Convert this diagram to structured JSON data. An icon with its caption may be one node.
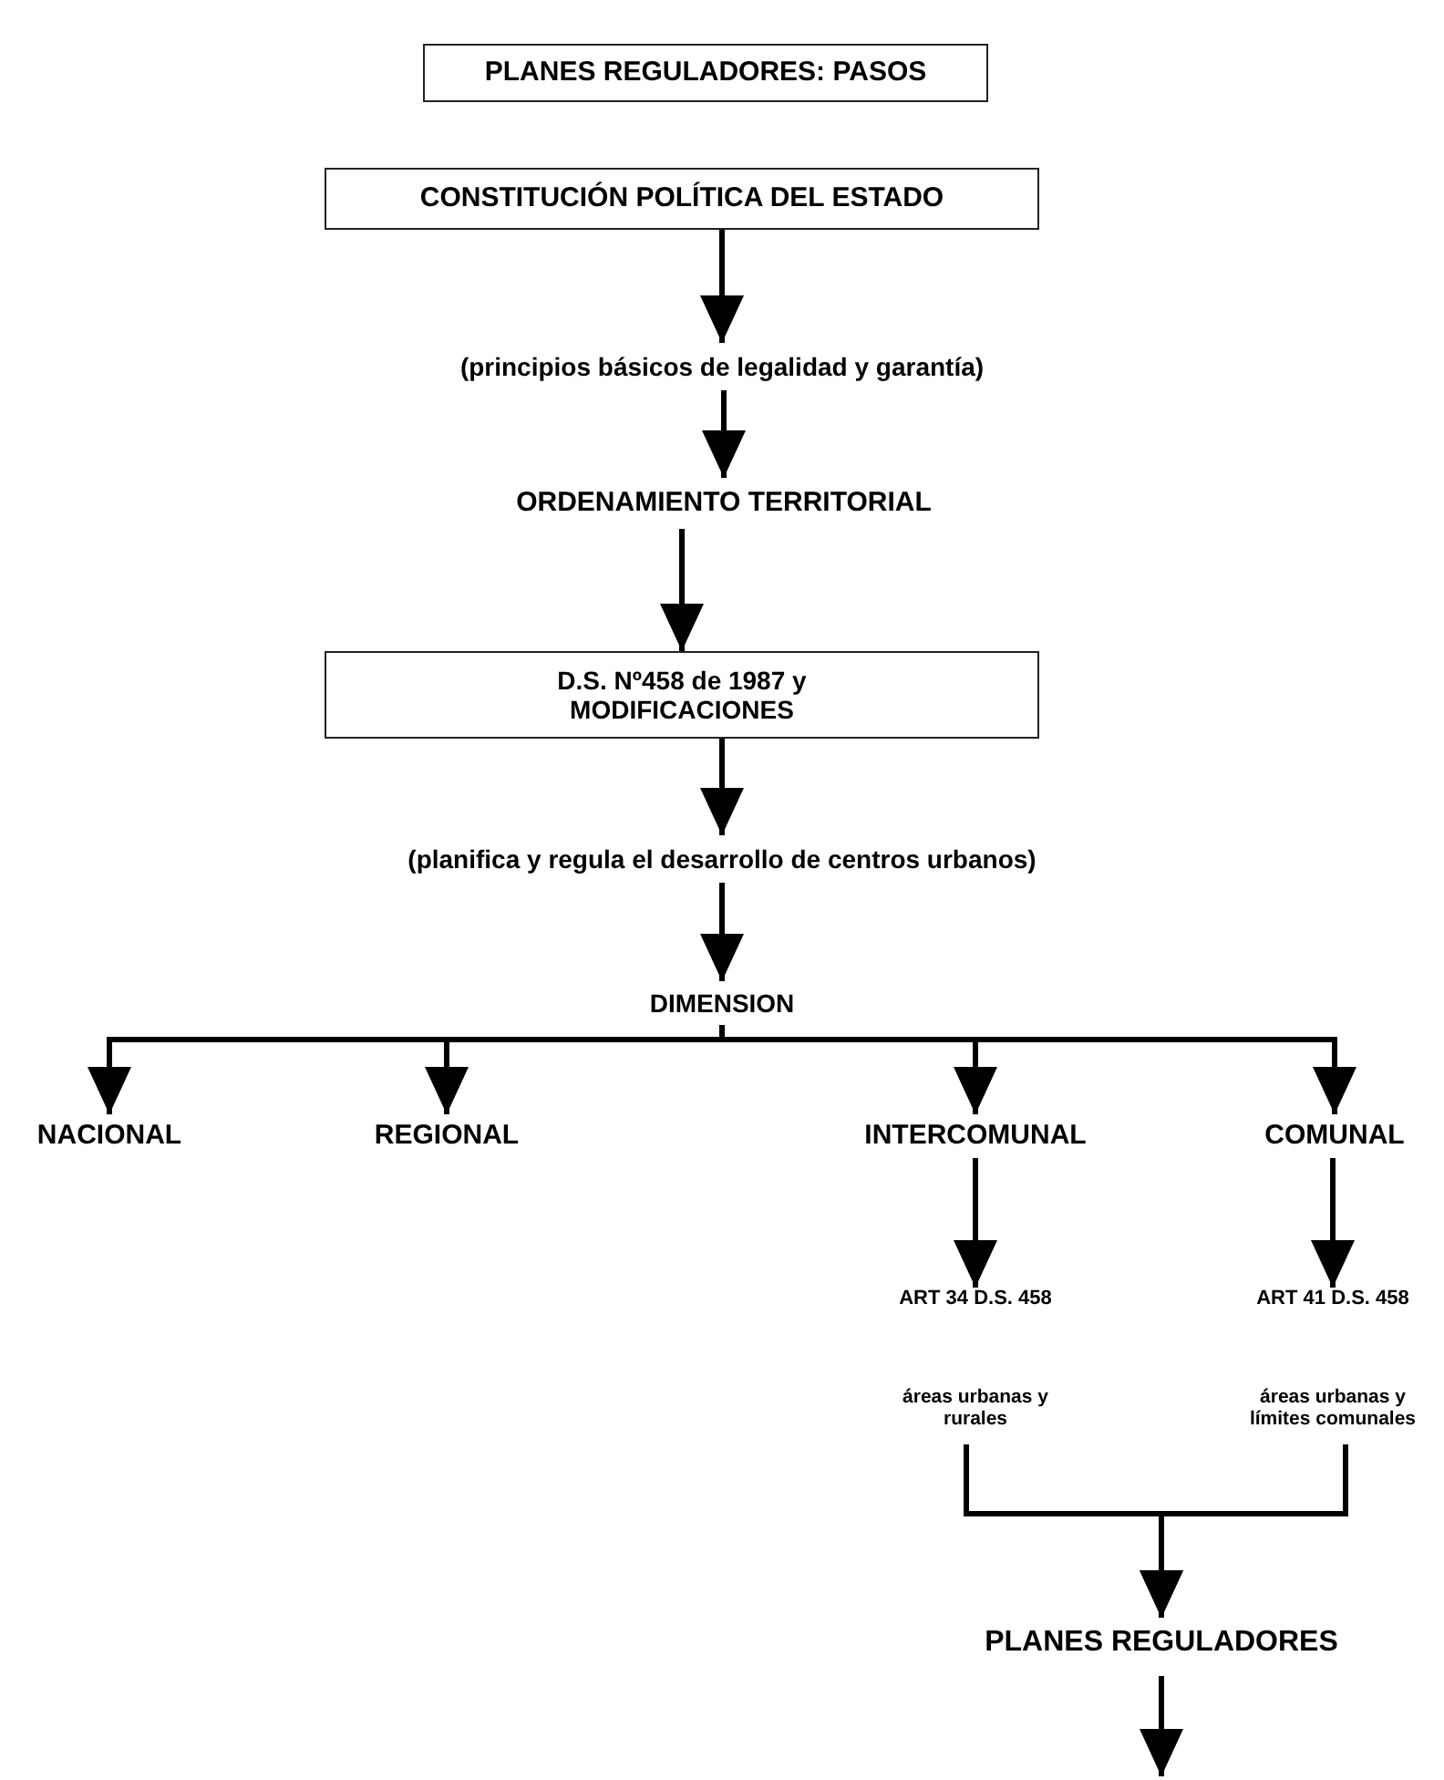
{
  "diagram": {
    "nodes": [
      {
        "text": [
          "PLANES REGULADORES:  PASOS"
        ]
      },
      {
        "text": [
          "CONSTITUCIÓN POLÍTICA DEL ESTADO"
        ]
      },
      {
        "text": [
          "(principios básicos de legalidad y garantía)"
        ]
      },
      {
        "text": [
          "ORDENAMIENTO TERRITORIAL"
        ]
      },
      {
        "text": [
          "D.S. Nº458 de 1987 y MODIFICACIONES"
        ]
      },
      {
        "text": [
          "(planifica y regula el desarrollo de centros urbanos)"
        ]
      },
      {
        "text": [
          "DIMENSION"
        ]
      },
      {
        "text": [
          "NACIONAL"
        ]
      },
      {
        "text": [
          "REGIONAL"
        ]
      },
      {
        "text": [
          "INTERCOMUNAL"
        ]
      },
      {
        "text": [
          "COMUNAL"
        ]
      },
      {
        "text": [
          "ART 34 D.S. 458",
          "áreas urbanas y rurales"
        ]
      },
      {
        "text": [
          "ART 41 D.S. 458",
          "áreas urbanas y límites comunales"
        ]
      },
      {
        "text": [
          "PLANES REGULADORES"
        ]
      }
    ],
    "edges": [
      {
        "from": 1,
        "to": 2,
        "arrow": "to"
      },
      {
        "from": 2,
        "to": 3,
        "arrow": "to"
      },
      {
        "from": 3,
        "to": 4,
        "arrow": "to"
      },
      {
        "from": 4,
        "to": 5,
        "arrow": "to"
      },
      {
        "from": 5,
        "to": 6,
        "arrow": "to"
      },
      {
        "from": 6,
        "to": 7,
        "arrow": "to"
      },
      {
        "from": 6,
        "to": 8,
        "arrow": "to"
      },
      {
        "from": 6,
        "to": 9,
        "arrow": "to"
      },
      {
        "from": 6,
        "to": 10,
        "arrow": "to"
      },
      {
        "from": 9,
        "to": 11,
        "arrow": "to"
      },
      {
        "from": 10,
        "to": 12,
        "arrow": "to"
      },
      {
        "from": 11,
        "to": 13,
        "arrow": "to"
      },
      {
        "from": 12,
        "to": 13,
        "arrow": "to"
      },
      {
        "from": 13,
        "to": null,
        "arrow": "to"
      }
    ]
  }
}
